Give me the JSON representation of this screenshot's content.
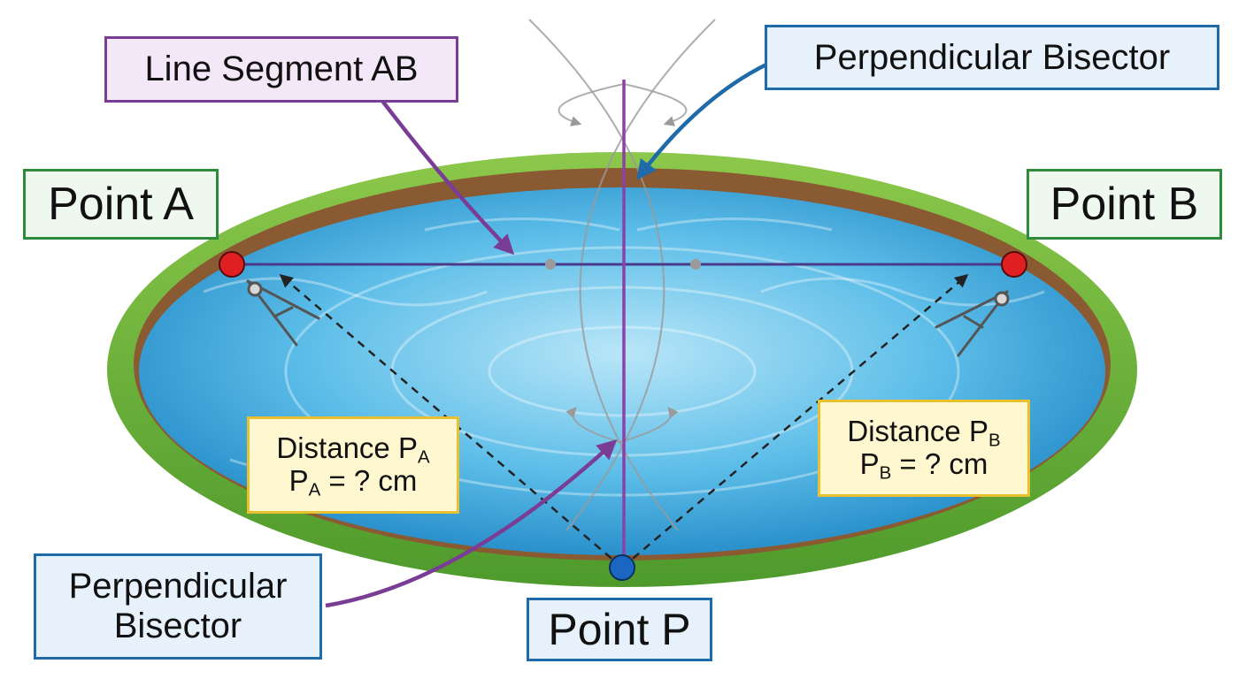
{
  "labels": {
    "line_segment": "Line Segment AB",
    "perp_top": "Perpendicular Bisector",
    "point_a": "Point A",
    "point_b": "Point B",
    "point_p": "Point P",
    "perp_bottom_line1": "Perpendicular",
    "perp_bottom_line2": "Bisector",
    "dist_a": {
      "prefix": "Distance P",
      "sub": "A",
      "eq_p": "P",
      "eq_sub": "A",
      "eq_rest": " = ? cm"
    },
    "dist_b": {
      "prefix": "Distance P",
      "sub": "B",
      "eq_p": "P",
      "eq_sub": "B",
      "eq_rest": " = ? cm"
    }
  },
  "colors": {
    "grass": "#6bb33d",
    "dirt": "#8a5a33",
    "water": "#3ea8db",
    "segment": "#4a3a8c",
    "bisector": "#8e3fa8",
    "point_ab": "#e02020",
    "point_p": "#1a66c2",
    "arrow_blue": "#1f6aa8",
    "arrow_purple": "#7a3d96"
  }
}
